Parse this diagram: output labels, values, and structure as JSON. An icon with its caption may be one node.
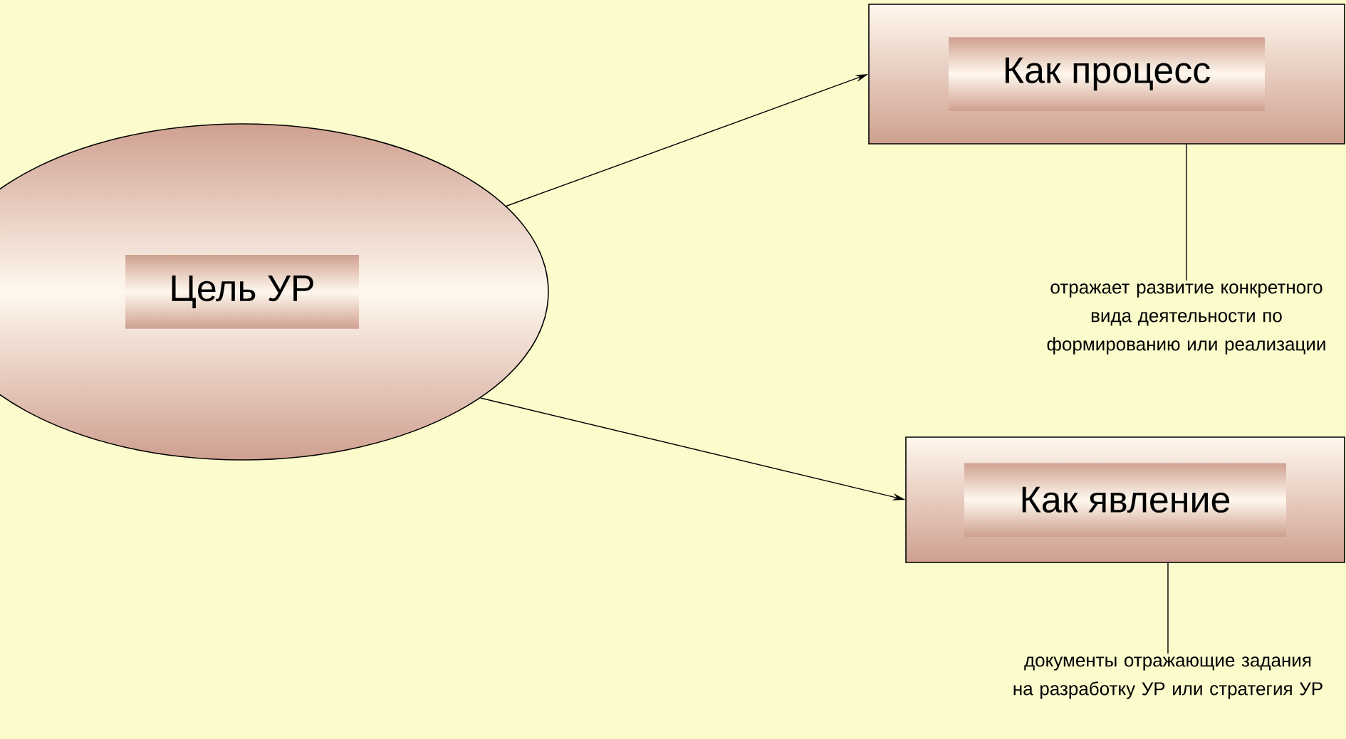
{
  "diagram": {
    "nodes": [
      {
        "text": [
          "Цель УР"
        ]
      },
      {
        "text": [
          "Как процесс"
        ]
      },
      {
        "text": [
          "Как явление"
        ]
      },
      {
        "text": [
          "отражает развитие конкретного вида деятельности по формированию или реализации"
        ]
      },
      {
        "text": [
          "документы отражающие задания на разработку УР или стратегия УР"
        ]
      }
    ],
    "edges": [
      {
        "from": 0,
        "to": 1,
        "arrow": "to"
      },
      {
        "from": 0,
        "to": 2,
        "arrow": "to"
      },
      {
        "from": 1,
        "to": 3,
        "arrow": "none"
      },
      {
        "from": 2,
        "to": 4,
        "arrow": "none"
      }
    ]
  }
}
